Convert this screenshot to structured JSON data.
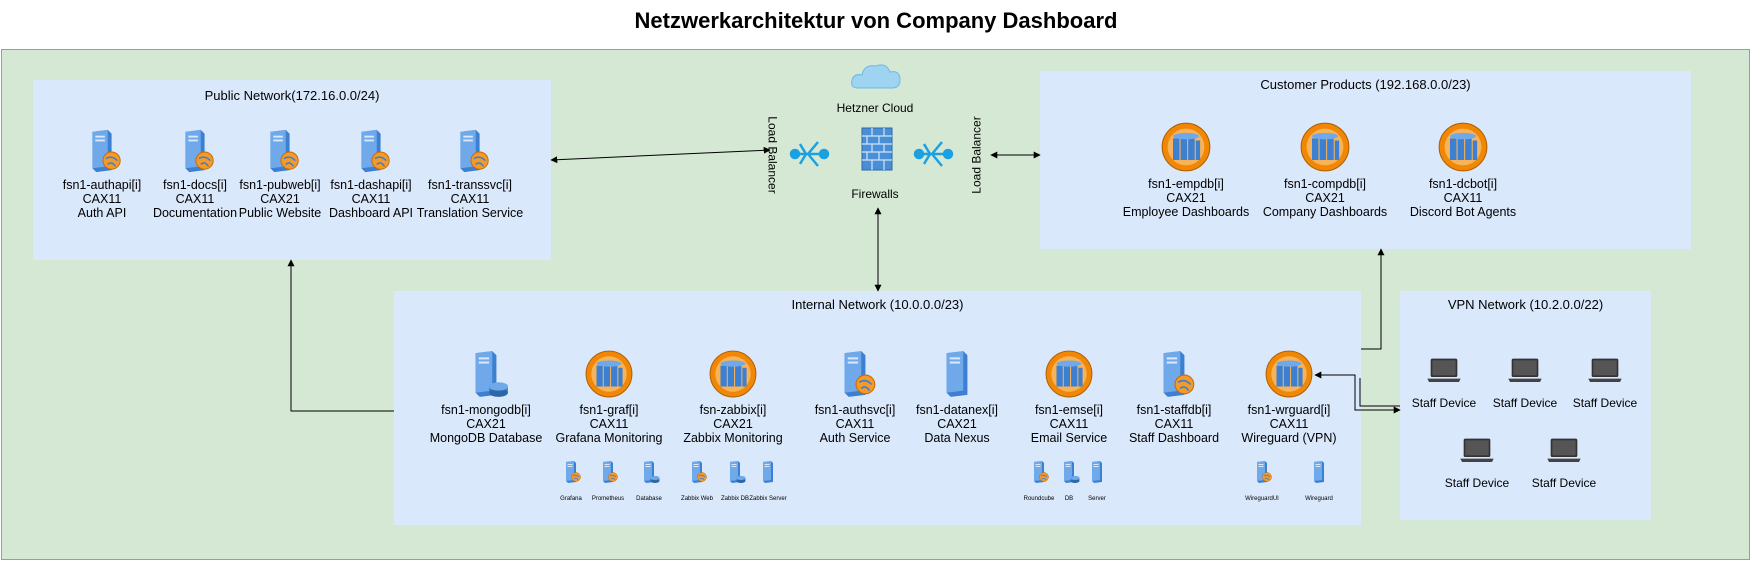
{
  "title": "Netzwerkarchitektur von Company Dashboard",
  "colors": {
    "outer_bg": "#d5e8d4",
    "outer_border": "#82b366",
    "group_bg": "#dae8fc",
    "arrow": "#000000",
    "lb_icon": "#1ba1e2",
    "rack_circle": "#f08705"
  },
  "public": {
    "title": "Public Network(172.16.0.0/24)",
    "nodes": [
      {
        "name": "fsn1-authapi[i]",
        "type": "CAX11",
        "desc": "Auth API",
        "icon": "web-server-icon"
      },
      {
        "name": "fsn1-docs[i]",
        "type": "CAX11",
        "desc": "Documentation",
        "icon": "web-server-icon"
      },
      {
        "name": "fsn1-pubweb[i]",
        "type": "CAX21",
        "desc": "Public Website",
        "icon": "web-server-icon"
      },
      {
        "name": "fsn1-dashapi[i]",
        "type": "CAX11",
        "desc": "Dashboard API",
        "icon": "web-server-icon"
      },
      {
        "name": "fsn1-transsvc[i]",
        "type": "CAX11",
        "desc": "Translation Service",
        "icon": "web-server-icon"
      }
    ]
  },
  "cloud": {
    "provider": "Hetzner Cloud",
    "firewall": "Firewalls",
    "lb_left": "Load Balancer",
    "lb_right": "Load Balancer"
  },
  "customer": {
    "title": "Customer Products (192.168.0.0/23)",
    "nodes": [
      {
        "name": "fsn1-empdb[i]",
        "type": "CAX21",
        "desc": "Employee Dashboards",
        "icon": "server-rack-icon"
      },
      {
        "name": "fsn1-compdb[i]",
        "type": "CAX21",
        "desc": "Company Dashboards",
        "icon": "server-rack-icon"
      },
      {
        "name": "fsn1-dcbot[i]",
        "type": "CAX11",
        "desc": "Discord Bot Agents",
        "icon": "server-rack-icon"
      }
    ]
  },
  "internal": {
    "title": "Internal Network (10.0.0.0/23)",
    "nodes": [
      {
        "name": "fsn1-mongodb[i]",
        "type": "CAX21",
        "desc": "MongoDB Database",
        "icon": "database-server-icon"
      },
      {
        "name": "fsn1-graf[i]",
        "type": "CAX11",
        "desc": "Grafana Monitoring",
        "icon": "server-rack-icon"
      },
      {
        "name": "fsn-zabbix[i]",
        "type": "CAX21",
        "desc": "Zabbix Monitoring",
        "icon": "server-rack-icon"
      },
      {
        "name": "fsn1-authsvc[i]",
        "type": "CAX11",
        "desc": "Auth Service",
        "icon": "web-server-icon"
      },
      {
        "name": "fsn1-datanex[i]",
        "type": "CAX21",
        "desc": "Data Nexus",
        "icon": "plain-server-icon"
      },
      {
        "name": "fsn1-emse[i]",
        "type": "CAX11",
        "desc": "Email Service",
        "icon": "server-rack-icon"
      },
      {
        "name": "fsn1-staffdb[i]",
        "type": "CAX11",
        "desc": "Staff Dashboard",
        "icon": "web-server-icon"
      },
      {
        "name": "fsn1-wrguard[i]",
        "type": "CAX11",
        "desc": "Wireguard (VPN)",
        "icon": "server-rack-icon"
      }
    ],
    "subs": [
      {
        "label": "Grafana",
        "icon": "web-server-icon"
      },
      {
        "label": "Prometheus",
        "icon": "web-server-icon"
      },
      {
        "label": "Database",
        "icon": "database-server-icon"
      },
      {
        "label": "Zabbix Web",
        "icon": "web-server-icon"
      },
      {
        "label": "Zabbix DB",
        "icon": "database-server-icon"
      },
      {
        "label": "Zabbix Server",
        "icon": "plain-server-icon"
      },
      {
        "label": "Roundcube",
        "icon": "web-server-icon"
      },
      {
        "label": "DB",
        "icon": "database-server-icon"
      },
      {
        "label": "Server",
        "icon": "plain-server-icon"
      },
      {
        "label": "WireguardUI",
        "icon": "web-server-icon"
      },
      {
        "label": "Wireguard",
        "icon": "plain-server-icon"
      }
    ]
  },
  "vpn": {
    "title": "VPN Network (10.2.0.0/22)",
    "devices": [
      "Staff Device",
      "Staff Device",
      "Staff Device",
      "Staff Device",
      "Staff Device"
    ]
  }
}
